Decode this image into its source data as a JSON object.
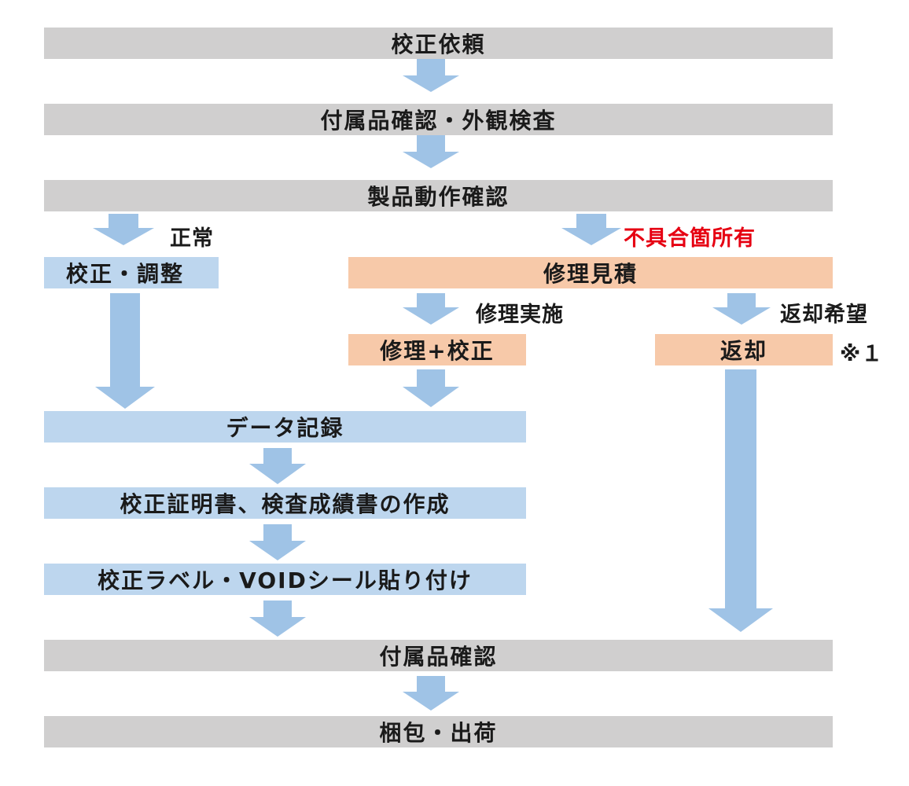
{
  "steps": {
    "request": "校正依頼",
    "accessory_check_visual": "付属品確認・外観検査",
    "operation_check": "製品動作確認",
    "calibrate_adjust": "校正・調整",
    "repair_estimate": "修理見積",
    "repair_calibrate": "修理+校正",
    "return": "返却",
    "data_record": "データ記録",
    "certificates": "校正証明書、検査成績書の作成",
    "label_seal": "校正ラベル・VOIDシール貼り付け",
    "accessory_check": "付属品確認",
    "pack_ship": "梱包・出荷"
  },
  "branches": {
    "normal": "正常",
    "defect": "不具合箇所有",
    "do_repair": "修理実施",
    "want_return": "返却希望",
    "note": "※１"
  },
  "colors": {
    "gray_box": "#d0cfcf",
    "blue_box": "#bdd6ee",
    "orange_box": "#f7c9a9",
    "arrow": "#9fc3e6",
    "alert_text": "#e60012"
  }
}
